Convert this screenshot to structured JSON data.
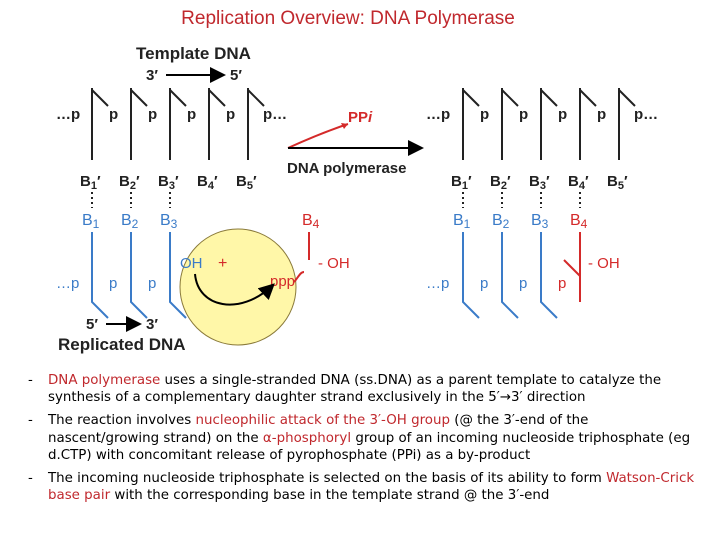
{
  "title": "Replication Overview: DNA Polymerase",
  "diagram": {
    "template_label": "Template DNA",
    "template_left_end": "3′",
    "template_right_end": "5′",
    "dots_left": "…p",
    "p": "p",
    "dots_right": "p…",
    "ppi": "PP",
    "ppi_sub": "i",
    "enzyme": "DNA polymerase",
    "template_bases": [
      {
        "b": "B",
        "n": "1",
        "prime": "′"
      },
      {
        "b": "B",
        "n": "2",
        "prime": "′"
      },
      {
        "b": "B",
        "n": "3",
        "prime": "′"
      },
      {
        "b": "B",
        "n": "4",
        "prime": "′"
      },
      {
        "b": "B",
        "n": "5",
        "prime": "′"
      }
    ],
    "new_bases": [
      {
        "b": "B",
        "n": "1"
      },
      {
        "b": "B",
        "n": "2"
      },
      {
        "b": "B",
        "n": "3"
      },
      {
        "b": "B",
        "n": "4"
      }
    ],
    "oh": "OH",
    "plus": "+",
    "ppp": "ppp",
    "oh_right": "- OH",
    "replicated_left_end": "5′",
    "replicated_right_end": "3′",
    "replicated_label": "Replicated DNA"
  },
  "colors": {
    "title": "#c0282d",
    "blue": "#3a7bc8",
    "red": "#d42a2a",
    "highlight": "#fff7a8"
  },
  "bullets": [
    {
      "pre": "DNA polymerase",
      "text": " uses a single-stranded DNA (ss.DNA) as a parent template to catalyze the synthesis of a complementary daughter strand exclusively in the 5′→3′ direction"
    },
    {
      "pre": "",
      "text": "The reaction involves ",
      "hl1": "nucleophilic attack of the 3′-OH group",
      "mid": " (@ the 3′-end of the nascent/growing strand) on the ",
      "hl2": "α-phosphoryl",
      "end": " group of an incoming nucleoside triphosphate (eg d.CTP) with concomitant release of pyrophosphate (PPi) as a by-product"
    },
    {
      "pre": "",
      "text": "The incoming nucleoside triphosphate is selected on the basis of its ability to form ",
      "hl1": "Watson-Crick base pair",
      "end": " with the corresponding base in the template strand @ the 3′-end"
    }
  ]
}
